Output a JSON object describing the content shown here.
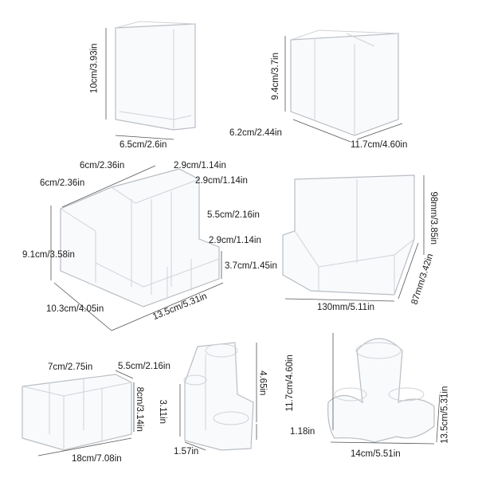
{
  "products": [
    {
      "name": "single-square-holder",
      "labels": {
        "height": "10cm/3.93in",
        "width": "6.5cm/2.6in"
      }
    },
    {
      "name": "double-compartment-holder",
      "labels": {
        "height": "9.4cm/3.7in",
        "depth": "6.2cm/2.44in",
        "width": "11.7cm/4.60in"
      }
    },
    {
      "name": "multi-compartment-organizer",
      "labels": {
        "top_a": "6cm/2.36in",
        "top_b": "6cm/2.36in",
        "top_c": "2.9cm/1.14in",
        "top_d": "2.9cm/1.14in",
        "mid_height": "5.5cm/2.16in",
        "front_depth": "2.9cm/1.14in",
        "front_height": "3.7cm/1.45in",
        "height": "9.1cm/3.58in",
        "depth": "10.3cm/4.05in",
        "width": "13.5cm/5.31in"
      }
    },
    {
      "name": "two-cup-tray-holder",
      "labels": {
        "height": "98mm/3.85in",
        "width": "130mm/5.11in",
        "depth": "87mm/3.42in"
      }
    },
    {
      "name": "three-slot-rectangular-holder",
      "labels": {
        "slot": "7cm/2.75in",
        "depth": "5.5cm/2.16in",
        "height": "8cm/3.14in",
        "width": "18cm/7.08in"
      }
    },
    {
      "name": "hexagon-three-tube-holder",
      "labels": {
        "tall": "4.65in",
        "mid": "3.11in",
        "base": "1.57in",
        "short": "1.18in"
      }
    },
    {
      "name": "round-three-cup-holder",
      "labels": {
        "height": "11.7cm/4.60in",
        "depth": "13.5cm/5.31in",
        "width": "14cm/5.51in"
      }
    }
  ]
}
